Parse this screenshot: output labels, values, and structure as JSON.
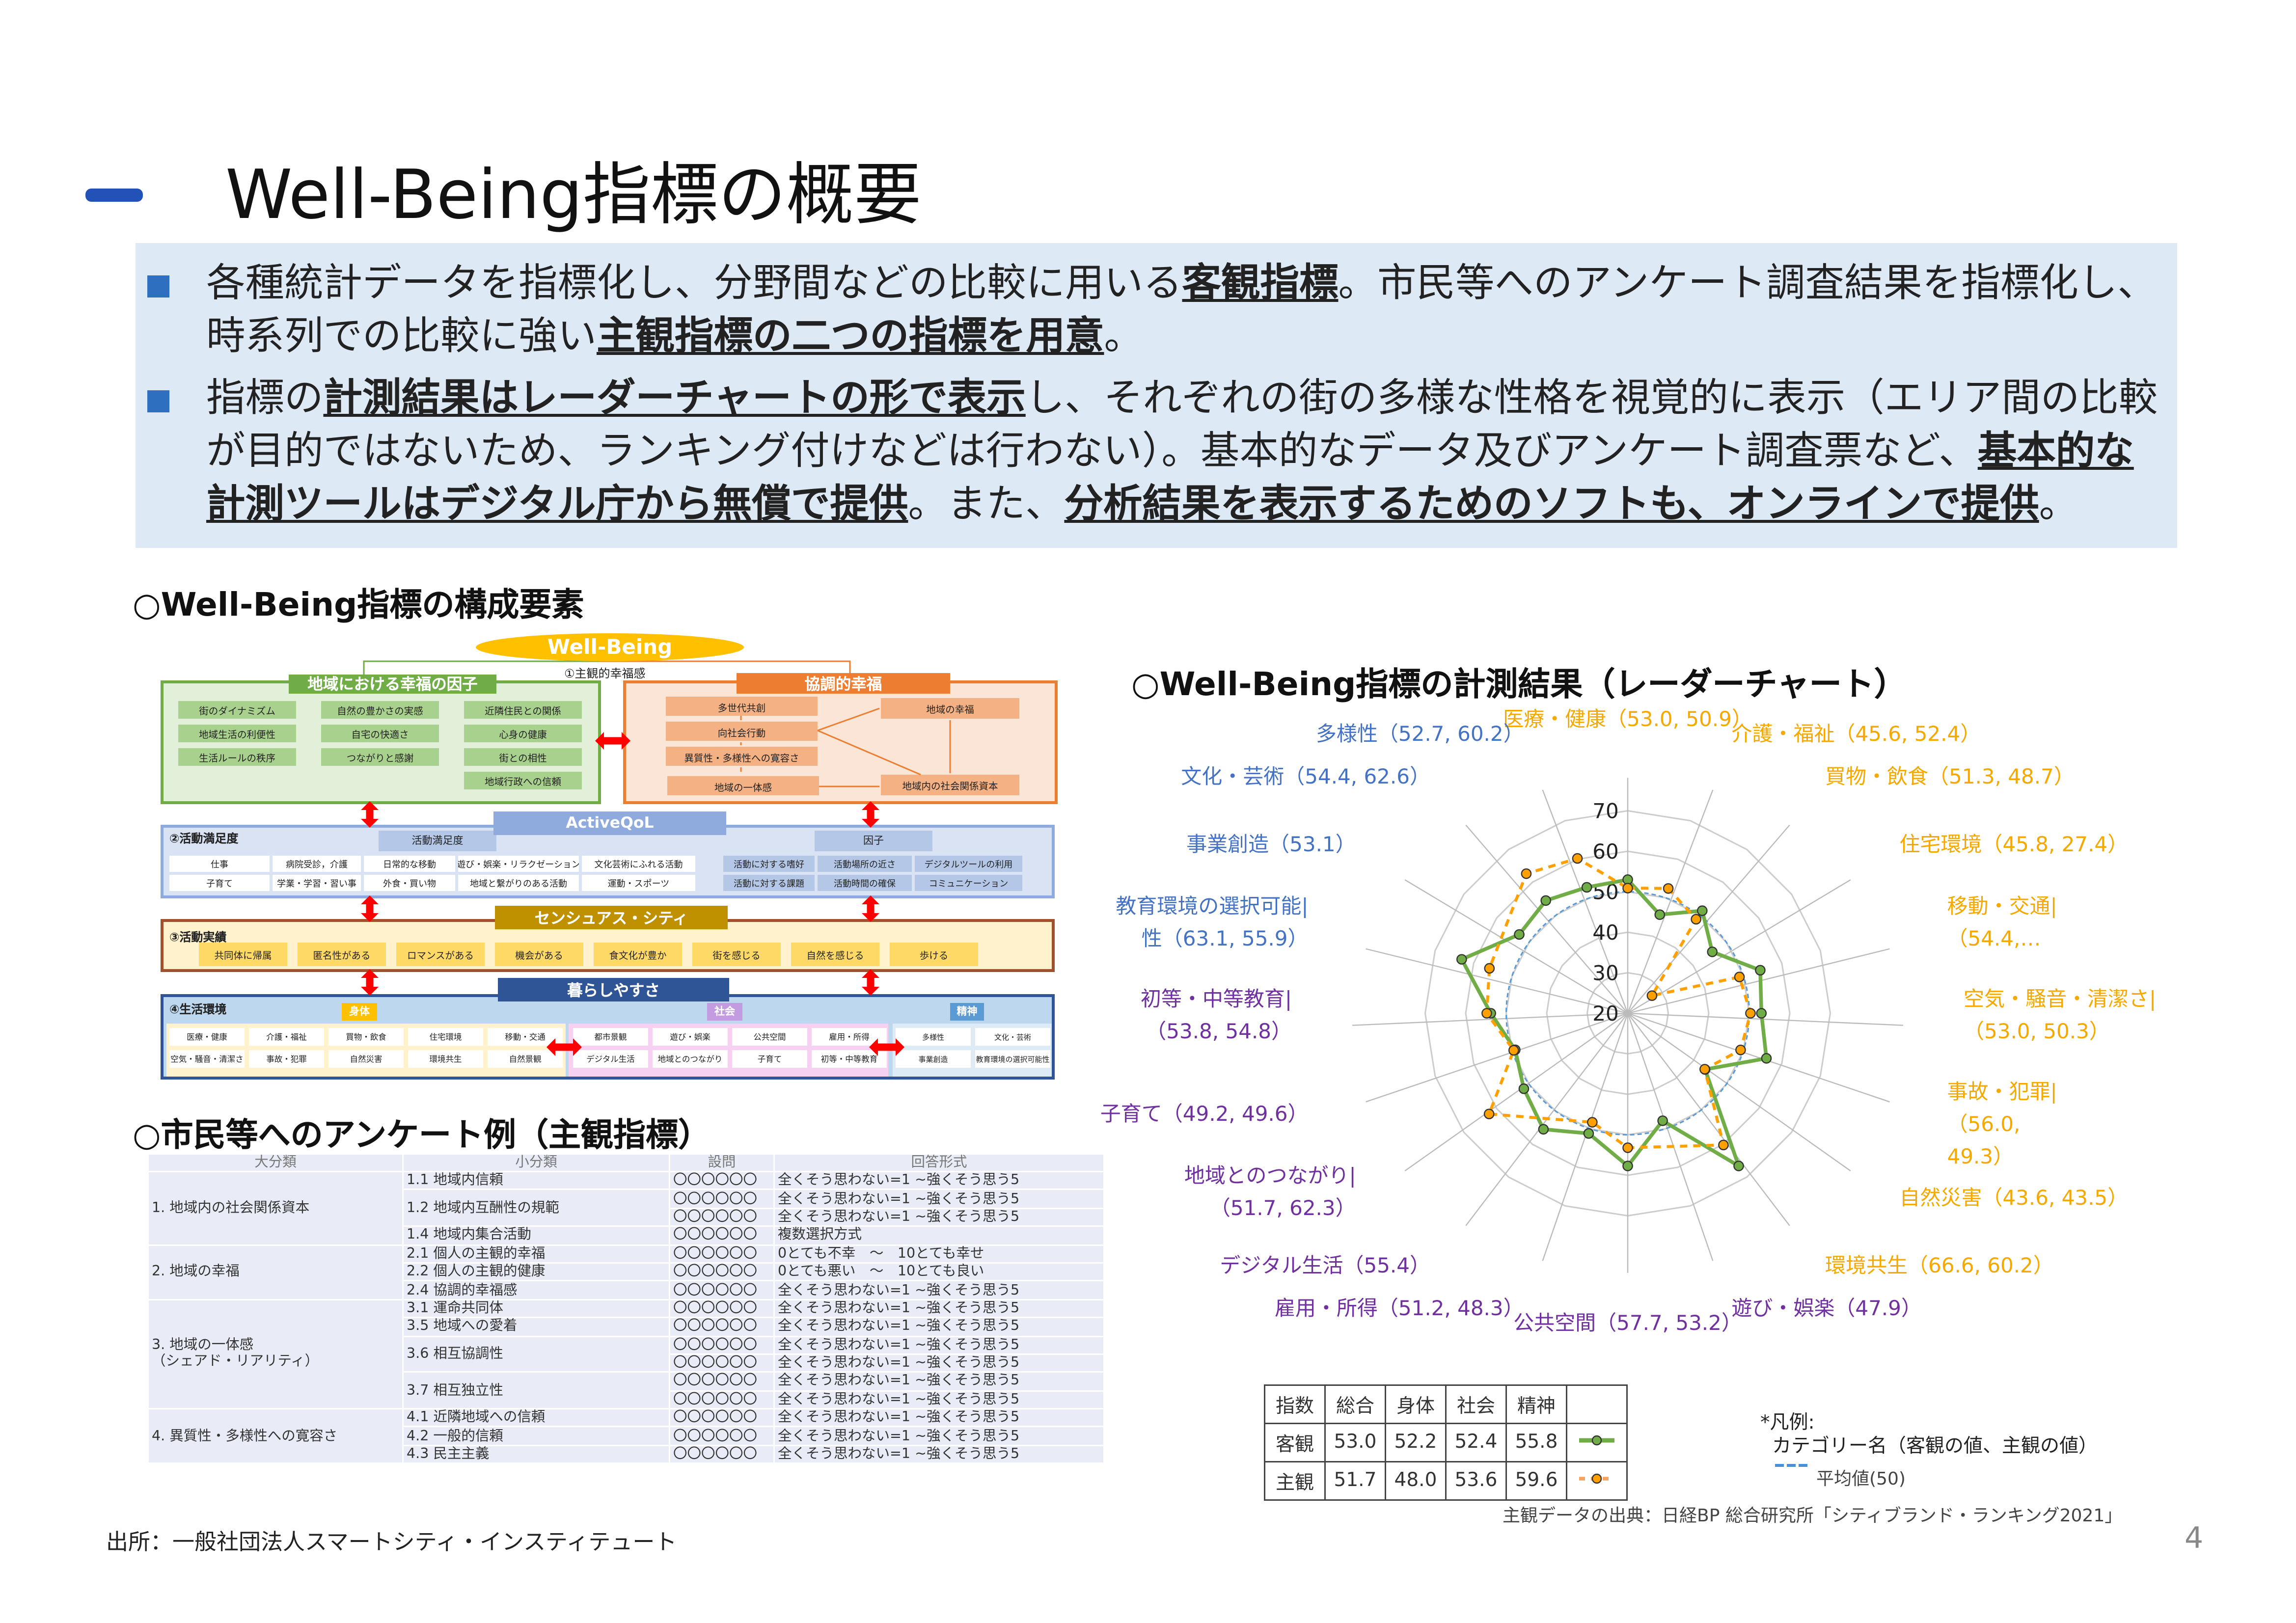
{
  "title": "Well-Being指標の概要",
  "summary": {
    "bullet1": [
      "各種統計データを指標化し、分野間などの比較に用いる",
      "客観指標",
      "。市民等へのアンケート調査結果を指標化し、時系列での比較に強い",
      "主観指標の二つの指標を用意",
      "。"
    ],
    "bullet2": [
      "指標の",
      "計測結果はレーダーチャートの形で表示",
      "し、それぞれの街の多様な性格を視覚的に表示（エリア間の比較が目的ではないため、ランキング付けなどは行わない）。基本的なデータ及びアンケート調査票など、",
      "基本的な計測ツールはデジタル庁から無償で提供",
      "。また、",
      "分析結果を表示するためのソフトも、オンラインで提供",
      "。"
    ]
  },
  "components_heading": "○Well-Being指標の構成要素",
  "survey_heading": "○市民等へのアンケート例（主観指標）",
  "radar_heading": "○Well-Being指標の計測結果（レーダーチャート）",
  "source_left": "出所：一般社団法人スマートシティ・インスティテュート",
  "page_number": "4",
  "diagram": {
    "wellbeing": "Well-Being",
    "subjective_label": "①主観的幸福感",
    "local": {
      "title": "地域における幸福の因子",
      "items": [
        "街のダイナミズム",
        "自然の豊かさの実感",
        "近隣住民との関係",
        "地域生活の利便性",
        "自宅の快適さ",
        "心身の健康",
        "生活ルールの秩序",
        "つながりと感謝",
        "街との相性",
        "地域行政への信頼"
      ]
    },
    "coop": {
      "title": "協調的幸福",
      "items": [
        "多世代共創",
        "向社会行動",
        "異質性・多様性への寛容さ",
        "地域の一体感",
        "地域の幸福",
        "地域内の社会関係資本"
      ]
    },
    "activeqol": {
      "title": "ActiveQoL",
      "section": "②活動満足度",
      "sub_left": "活動満足度",
      "sub_right": "因子",
      "left_items": [
        "仕事",
        "病院受診，介護",
        "日常的な移動",
        "遊び・娯楽・リラクゼーション",
        "文化芸術にふれる活動",
        "子育て",
        "学業・学習・習い事",
        "外食・買い物",
        "地域と繋がりのある活動",
        "運動・スポーツ"
      ],
      "right_items": [
        "活動に対する嗜好",
        "活動場所の近さ",
        "デジタルツールの利用",
        "活動に対する課題",
        "活動時間の確保",
        "コミュニケーション"
      ]
    },
    "sensuous": {
      "title": "センシュアス・シティ",
      "section": "③活動実績",
      "items": [
        "共同体に帰属",
        "匿名性がある",
        "ロマンスがある",
        "機会がある",
        "食文化が豊か",
        "街を感じる",
        "自然を感じる",
        "歩ける"
      ]
    },
    "livability": {
      "title": "暮らしやすさ",
      "section": "④生活環境",
      "tag_body": "身体",
      "tag_social": "社会",
      "tag_mind": "精神",
      "body_items": [
        "医療・健康",
        "介護・福祉",
        "買物・飲食",
        "住宅環境",
        "移動・交通",
        "空気・騒音・清潔さ",
        "事故・犯罪",
        "自然災害",
        "環境共生",
        "自然景観"
      ],
      "social_items": [
        "都市景観",
        "遊び・娯楽",
        "公共空間",
        "雇用・所得",
        "デジタル生活",
        "地域とのつながり",
        "子育て",
        "初等・中等教育"
      ],
      "mind_items": [
        "多様性",
        "文化・芸術",
        "事業創造",
        "教育環境の選択可能性"
      ]
    }
  },
  "survey": {
    "headers": [
      "大分類",
      "小分類",
      "設問",
      "回答形式"
    ],
    "groups": [
      {
        "major": "1. 地域内の社会関係資本",
        "subs": [
          {
            "minor": "1.1 地域内信頼",
            "qs": [
              [
                "〇〇〇〇〇〇",
                "全くそう思わない=1 ~強くそう思う5"
              ]
            ]
          },
          {
            "minor": "1.2 地域内互酬性の規範",
            "qs": [
              [
                "〇〇〇〇〇〇",
                "全くそう思わない=1 ~強くそう思う5"
              ],
              [
                "〇〇〇〇〇〇",
                "全くそう思わない=1 ~強くそう思う5"
              ]
            ]
          },
          {
            "minor": "1.4 地域内集合活動",
            "qs": [
              [
                "〇〇〇〇〇〇",
                "複数選択方式"
              ]
            ]
          }
        ]
      },
      {
        "major": "2. 地域の幸福",
        "subs": [
          {
            "minor": "2.1 個人の主観的幸福",
            "qs": [
              [
                "〇〇〇〇〇〇",
                "0とても不幸　～　10とても幸せ"
              ]
            ]
          },
          {
            "minor": "2.2 個人の主観的健康",
            "qs": [
              [
                "〇〇〇〇〇〇",
                "0とても悪い　～　10とても良い"
              ]
            ]
          },
          {
            "minor": "2.4 協調的幸福感",
            "qs": [
              [
                "〇〇〇〇〇〇",
                "全くそう思わない=1 ~強くそう思う5"
              ]
            ]
          }
        ]
      },
      {
        "major": "3. 地域の一体感\n（シェアド・リアリティ）",
        "subs": [
          {
            "minor": "3.1 運命共同体",
            "qs": [
              [
                "〇〇〇〇〇〇",
                "全くそう思わない=1 ~強くそう思う5"
              ]
            ]
          },
          {
            "minor": "3.5 地域への愛着",
            "qs": [
              [
                "〇〇〇〇〇〇",
                "全くそう思わない=1 ~強くそう思う5"
              ]
            ]
          },
          {
            "minor": "3.6 相互協調性",
            "qs": [
              [
                "〇〇〇〇〇〇",
                "全くそう思わない=1 ~強くそう思う5"
              ],
              [
                "〇〇〇〇〇〇",
                "全くそう思わない=1 ~強くそう思う5"
              ]
            ]
          },
          {
            "minor": "3.7 相互独立性",
            "qs": [
              [
                "〇〇〇〇〇〇",
                "全くそう思わない=1 ~強くそう思う5"
              ],
              [
                "〇〇〇〇〇〇",
                "全くそう思わない=1 ~強くそう思う5"
              ]
            ]
          }
        ]
      },
      {
        "major": "4. 異質性・多様性への寛容さ",
        "subs": [
          {
            "minor": "4.1 近隣地域への信頼",
            "qs": [
              [
                "〇〇〇〇〇〇",
                "全くそう思わない=1 ~強くそう思う5"
              ]
            ]
          },
          {
            "minor": "4.2 一般的信頼",
            "qs": [
              [
                "〇〇〇〇〇〇",
                "全くそう思わない=1 ~強くそう思う5"
              ]
            ]
          },
          {
            "minor": "4.3 民主主義",
            "qs": [
              [
                "〇〇〇〇〇〇",
                "全くそう思わない=1 ~強くそう思う5"
              ]
            ]
          }
        ]
      }
    ]
  },
  "chart_data": {
    "type": "radar",
    "title": "○Well-Being指標の計測結果（レーダーチャート）",
    "rlim": [
      20,
      70
    ],
    "ticks": [
      "20",
      "30",
      "40",
      "50",
      "60",
      "70"
    ],
    "average": 50,
    "categories": [
      {
        "name": "医療・健康",
        "label": "医療・健康（53.0, 50.9）",
        "group": "body",
        "obj": 53.0,
        "subj": 50.9
      },
      {
        "name": "介護・福祉",
        "label": "介護・福祉（45.6, 52.4）",
        "group": "body",
        "obj": 45.6,
        "subj": 52.4
      },
      {
        "name": "買物・飲食",
        "label": "買物・飲食（51.3, 48.7）",
        "group": "body",
        "obj": 51.3,
        "subj": 48.7
      },
      {
        "name": "住宅環境",
        "label": "住宅環境（45.8, 27.4）",
        "group": "body",
        "obj": 45.8,
        "subj": 27.4
      },
      {
        "name": "移動・交通",
        "label": "移動・交通|（54.4,…",
        "group": "body",
        "obj": 54.4,
        "subj": 49.0
      },
      {
        "name": "空気・騒音・清潔さ",
        "label": "空気・騒音・清潔さ|（53.0, 50.3）",
        "group": "body",
        "obj": 53.0,
        "subj": 50.3
      },
      {
        "name": "事故・犯罪",
        "label": "事故・犯罪|（56.0, 49.3）",
        "group": "body",
        "obj": 56.0,
        "subj": 49.3
      },
      {
        "name": "自然災害",
        "label": "自然災害（43.6, 43.5）",
        "group": "body",
        "obj": 43.6,
        "subj": 43.5
      },
      {
        "name": "環境共生",
        "label": "環境共生（66.6, 60.2）",
        "group": "body",
        "obj": 66.6,
        "subj": 60.2
      },
      {
        "name": "遊び・娯楽",
        "label": "遊び・娯楽（47.9）",
        "group": "social",
        "obj": 47.9,
        "subj": null
      },
      {
        "name": "公共空間",
        "label": "公共空間（57.7, 53.2）",
        "group": "social",
        "obj": 57.7,
        "subj": 53.2
      },
      {
        "name": "雇用・所得",
        "label": "雇用・所得（51.2, 48.3）",
        "group": "social",
        "obj": 51.2,
        "subj": 48.3
      },
      {
        "name": "デジタル生活",
        "label": "デジタル生活（55.4）",
        "group": "social",
        "obj": 55.4,
        "subj": null
      },
      {
        "name": "地域とのつながり",
        "label": "地域とのつながり|（51.7, 62.3）",
        "group": "social",
        "obj": 51.7,
        "subj": 62.3
      },
      {
        "name": "子育て",
        "label": "子育て（49.2, 49.6）",
        "group": "social",
        "obj": 49.2,
        "subj": 49.6
      },
      {
        "name": "初等・中等教育",
        "label": "初等・中等教育|（53.8, 54.8）",
        "group": "social",
        "obj": 53.8,
        "subj": 54.8
      },
      {
        "name": "教育環境の選択可能性",
        "label": "教育環境の選択可能|性（63.1, 55.9）",
        "group": "mind",
        "obj": 63.1,
        "subj": 55.9
      },
      {
        "name": "事業創造",
        "label": "事業創造（53.1）",
        "group": "mind",
        "obj": 53.1,
        "subj": null
      },
      {
        "name": "文化・芸術",
        "label": "文化・芸術（54.4, 62.6）",
        "group": "mind",
        "obj": 54.4,
        "subj": 62.6
      },
      {
        "name": "多様性",
        "label": "多様性（52.7, 60.2）",
        "group": "mind",
        "obj": 52.7,
        "subj": 60.2
      }
    ],
    "series": [
      {
        "name": "客観",
        "color": "#70ad47"
      },
      {
        "name": "主観",
        "color": "#ffa000"
      }
    ],
    "group_colors": {
      "body": "#f5a800",
      "social": "#7030a0",
      "mind": "#4472c4"
    }
  },
  "index_table": {
    "headers": [
      "指数",
      "総合",
      "身体",
      "社会",
      "精神"
    ],
    "rows": [
      [
        "客観",
        "53.0",
        "52.2",
        "52.4",
        "55.8"
      ],
      [
        "主観",
        "51.7",
        "48.0",
        "53.6",
        "59.6"
      ]
    ]
  },
  "legend": {
    "title": "*凡例:",
    "format": "カテゴリー名（客観の値、主観の値）",
    "average": "平均値(50)"
  },
  "source_right": "主観データの出典：日経BP 総合研究所「シティブランド・ランキング2021」"
}
